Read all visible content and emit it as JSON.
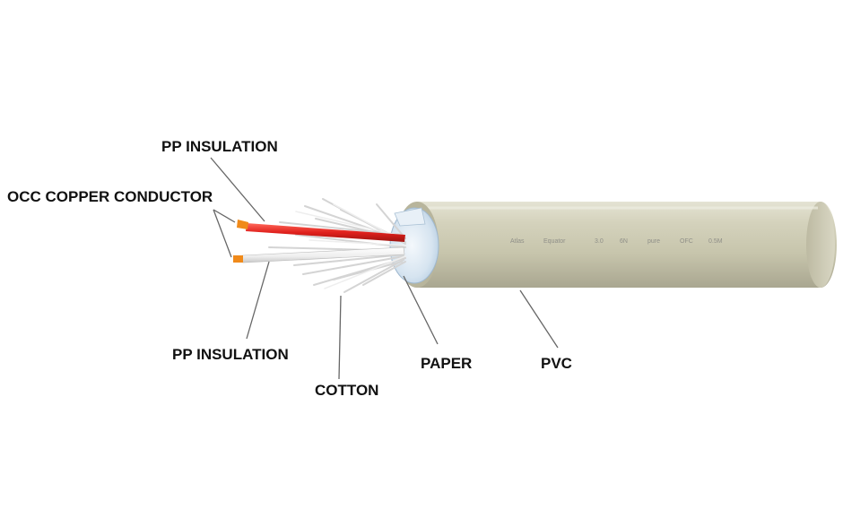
{
  "labels": {
    "pp_insulation_top": "PP INSULATION",
    "occ_copper_conductor": "OCC COPPER CONDUCTOR",
    "pp_insulation_bottom": "PP INSULATION",
    "cotton": "COTTON",
    "paper": "PAPER",
    "pvc": "PVC"
  },
  "jacket_print": [
    "Atlas",
    "Equator",
    "3.0",
    "6N",
    "pure",
    "OFC",
    "0.5M"
  ],
  "colors": {
    "pvc_jacket": "#cdcbb3",
    "pvc_shadow": "#a9a690",
    "pvc_highlight": "#e4e3d4",
    "paper_wrap": "#cfe0ee",
    "red_insulation": "#e0201c",
    "white_insulation": "#f2f2f2",
    "copper_tip": "#f08a1a",
    "cotton_fibers": "#d8d8d8",
    "leader_line": "#666666",
    "label_text": "#111111"
  }
}
